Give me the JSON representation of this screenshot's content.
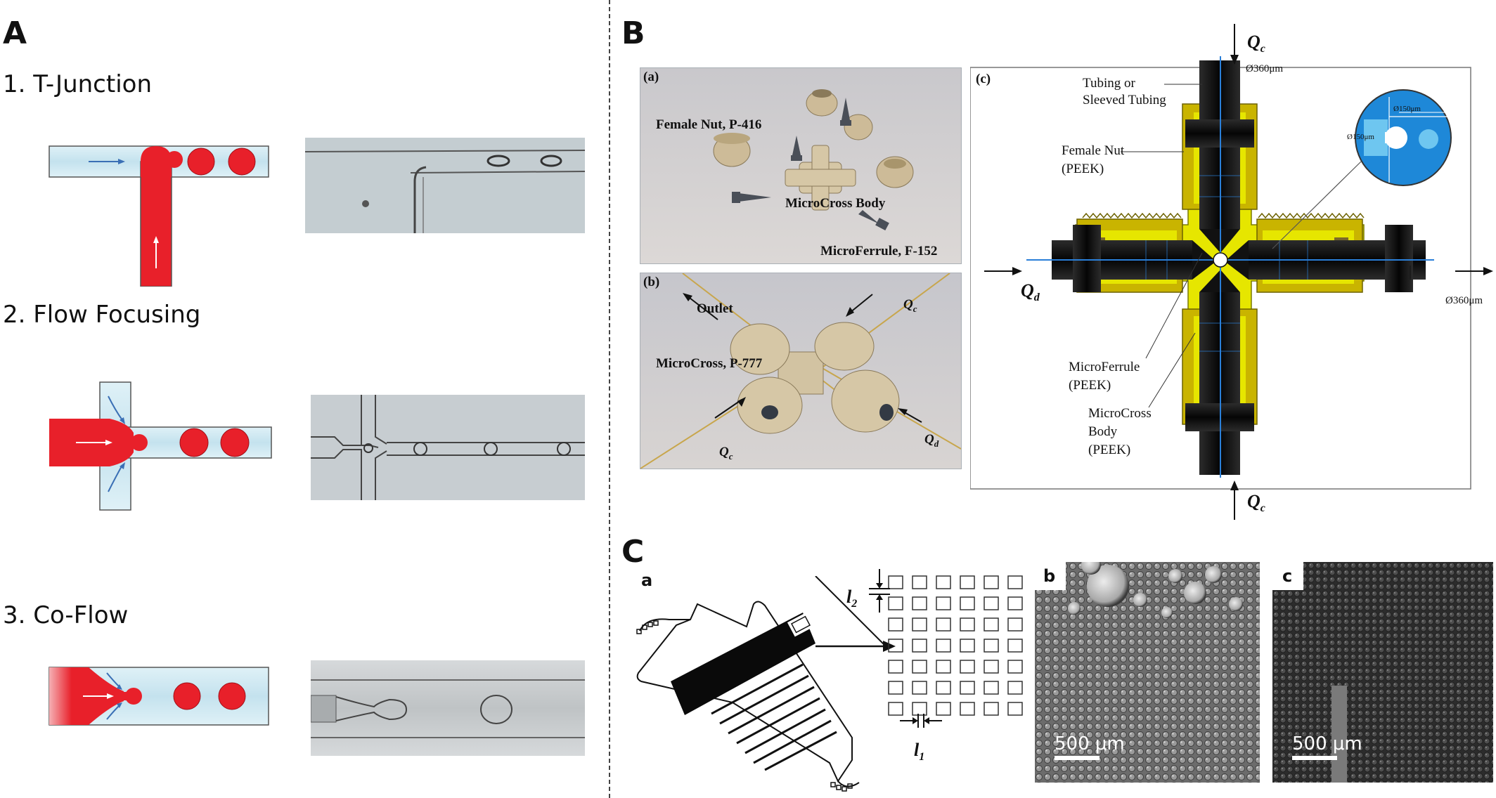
{
  "panels": {
    "A": {
      "letter": "A",
      "sections": [
        {
          "title": "1. T-Junction"
        },
        {
          "title": "2. Flow Focusing"
        },
        {
          "title": "3. Co-Flow"
        }
      ]
    },
    "B": {
      "letter": "B",
      "photo_a": {
        "label": "(a)",
        "female_nut": "Female Nut, P-416",
        "microcross_body": "MicroCross Body",
        "microferrule": "MicroFerrule, F-152"
      },
      "photo_b": {
        "label": "(b)",
        "outlet": "Outlet",
        "microcross": "MicroCross, P-777",
        "qc_top": "Q",
        "qc_bottom": "Q",
        "qd": "Q",
        "sub_c": "c",
        "sub_d": "d"
      },
      "schematic": {
        "label": "(c)",
        "qc_top": "Q",
        "qc_bottom": "Q",
        "qd": "Q",
        "sub_c": "c",
        "sub_d": "d",
        "dia_top": "Ø360μm",
        "dia_right": "Ø360μm",
        "tubing": "Tubing or",
        "tubing2": "Sleeved Tubing",
        "female_nut": "Female Nut",
        "peek1": "(PEEK)",
        "microferrule": "MicroFerrule",
        "peek2": "(PEEK)",
        "microcross": "MicroCross",
        "body": "Body",
        "peek3": "(PEEK)",
        "inset_d1": "Ø150μm",
        "inset_d2": "Ø150μm"
      }
    },
    "C": {
      "letter": "C",
      "sub_a": "a",
      "sub_b": "b",
      "sub_c": "c",
      "l2": "l",
      "l2_sub": "2",
      "l1": "l",
      "l1_sub": "1",
      "scale_b": "500 μm",
      "scale_c": "500 μm"
    }
  },
  "colors": {
    "droplet_red": "#e8202a",
    "channel_blue": "#cfe8f0",
    "peek_yellow": "#e6e600",
    "nut_gold": "#c9b400",
    "tube_black": "#111111",
    "inset_blue": "#1e88d8"
  }
}
